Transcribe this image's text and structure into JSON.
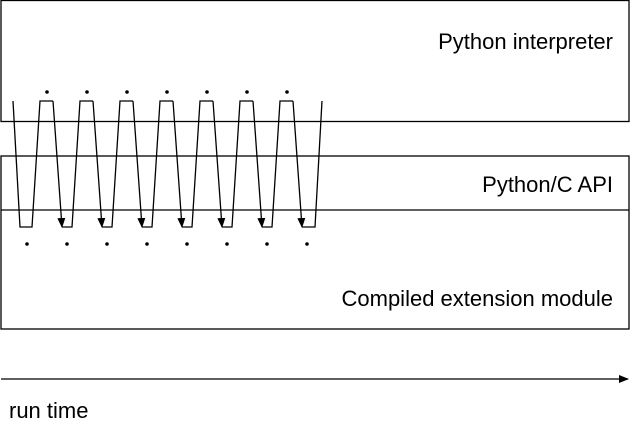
{
  "layers": {
    "python_interpreter": "Python interpreter",
    "python_c_api": "Python/C API",
    "compiled_extension": "Compiled extension module"
  },
  "axis": {
    "label": "run time"
  },
  "transitions": {
    "down_calls": 8,
    "up_returns": 7
  }
}
